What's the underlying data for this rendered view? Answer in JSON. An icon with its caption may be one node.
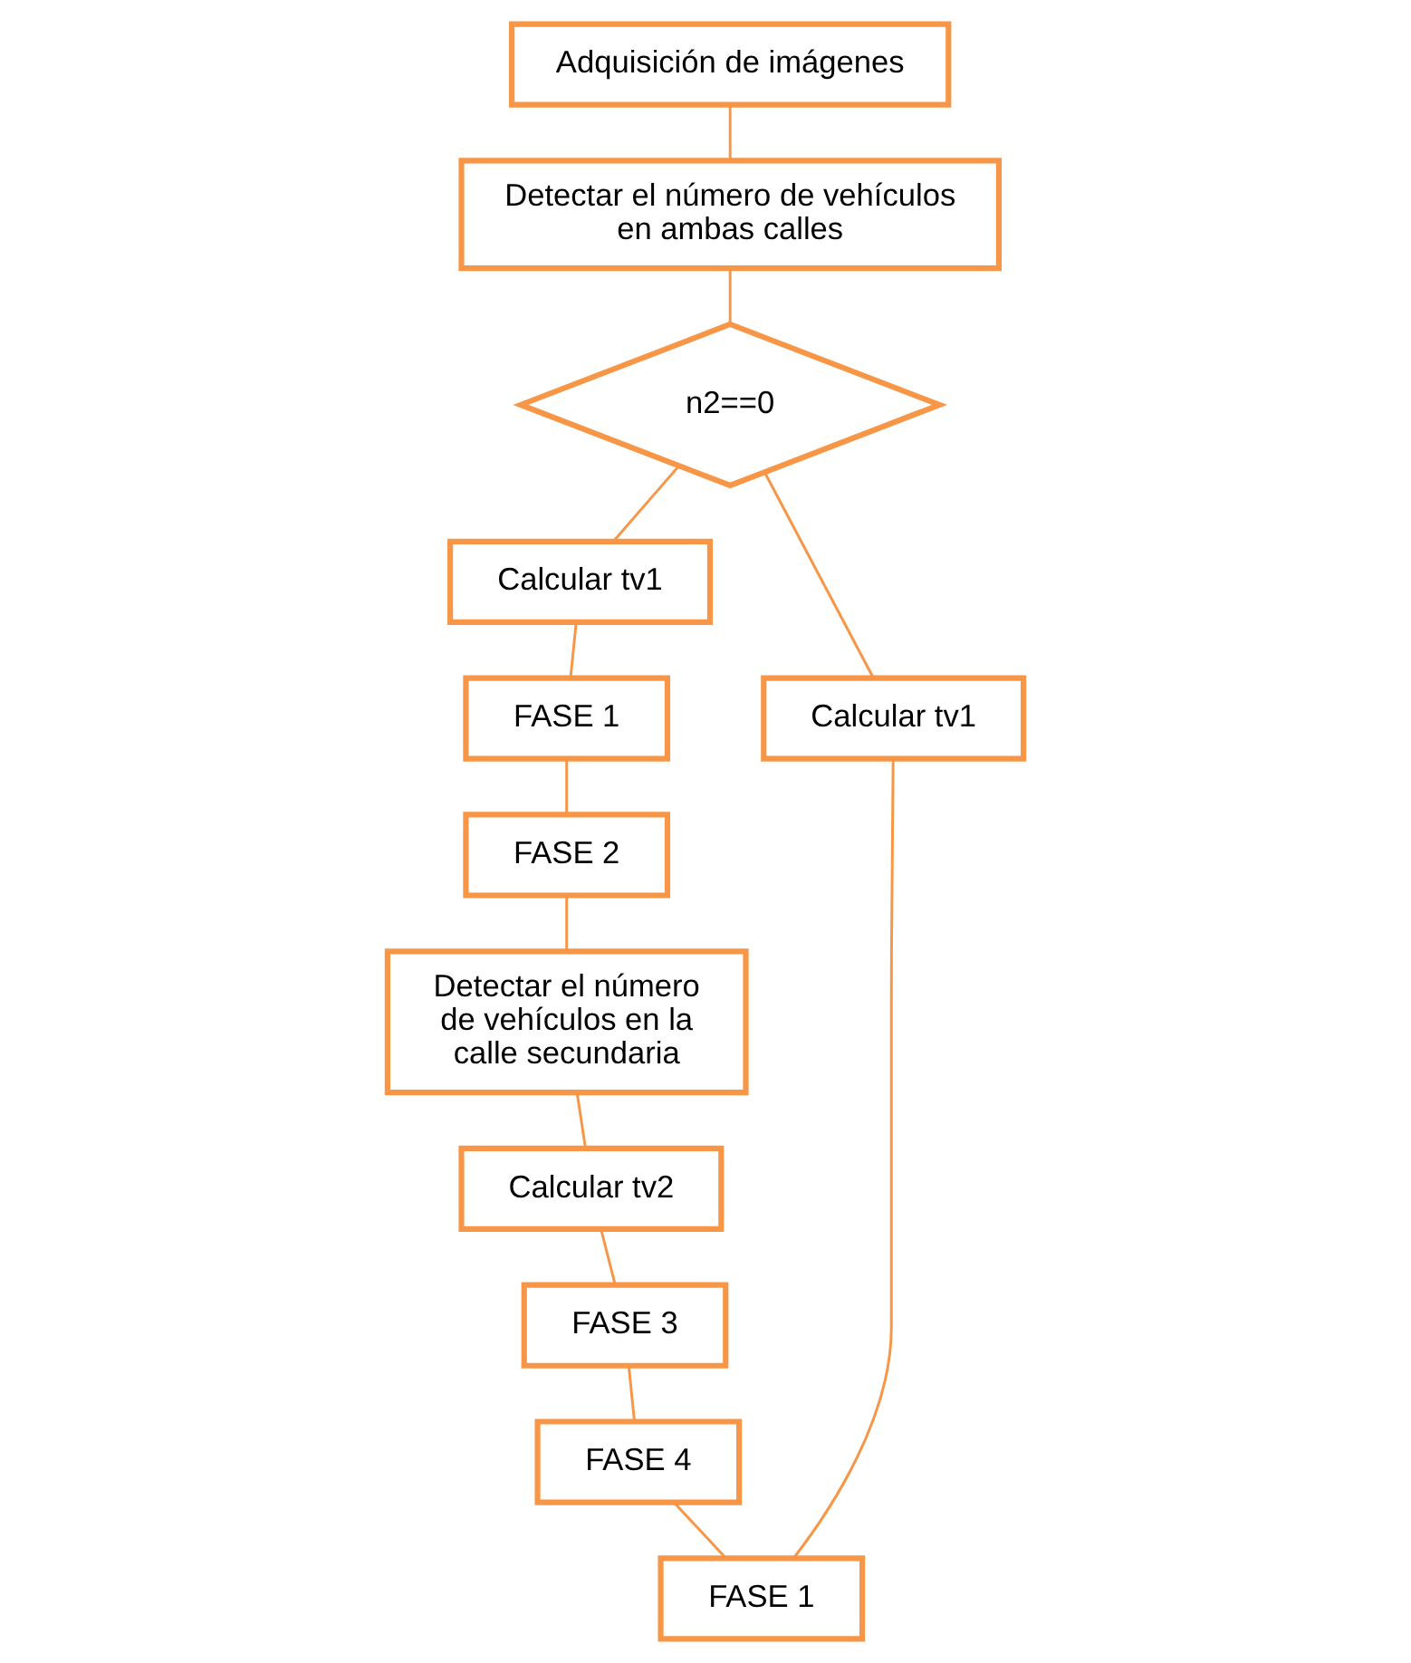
{
  "diagram": {
    "nodes": [
      {
        "text": [
          "Adquisición de imágenes"
        ]
      },
      {
        "text": [
          "Detectar el número de vehículos en ambas calles"
        ]
      },
      {
        "text": [
          "n2==0"
        ]
      },
      {
        "text": [
          "Calcular tv1"
        ]
      },
      {
        "text": [
          "FASE 1"
        ]
      },
      {
        "text": [
          "FASE 2"
        ]
      },
      {
        "text": [
          "Detectar el número de vehículos en la calle secundaria"
        ]
      },
      {
        "text": [
          "Calcular tv2"
        ]
      },
      {
        "text": [
          "FASE 3"
        ]
      },
      {
        "text": [
          "FASE 4"
        ]
      },
      {
        "text": [
          "Calcular tv1"
        ]
      },
      {
        "text": [
          "FASE 1"
        ]
      }
    ],
    "edges": [
      {
        "from": 0,
        "to": 1,
        "arrow": "none"
      },
      {
        "from": 1,
        "to": 2,
        "arrow": "none"
      },
      {
        "from": 2,
        "to": 3,
        "arrow": "none"
      },
      {
        "from": 3,
        "to": 4,
        "arrow": "none"
      },
      {
        "from": 4,
        "to": 5,
        "arrow": "none"
      },
      {
        "from": 5,
        "to": 6,
        "arrow": "none"
      },
      {
        "from": 6,
        "to": 7,
        "arrow": "none"
      },
      {
        "from": 7,
        "to": 8,
        "arrow": "none"
      },
      {
        "from": 8,
        "to": 9,
        "arrow": "none"
      },
      {
        "from": 2,
        "to": 10,
        "arrow": "none"
      },
      {
        "from": 10,
        "to": 11,
        "arrow": "none"
      },
      {
        "from": 9,
        "to": 11,
        "arrow": "none"
      }
    ]
  }
}
